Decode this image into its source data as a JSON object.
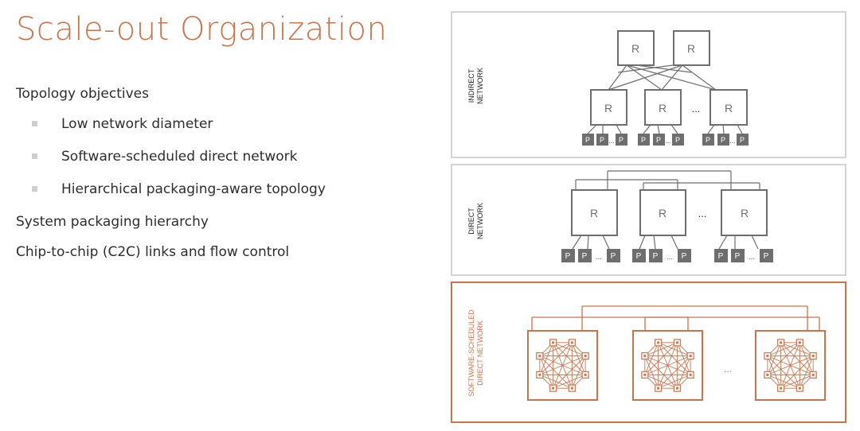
{
  "slide": {
    "title": "Scale-out Organization",
    "bullets": [
      {
        "text": "Topology objectives",
        "level": 1
      },
      {
        "text": "Low network diameter",
        "level": 2
      },
      {
        "text": "Software-scheduled direct network",
        "level": 2
      },
      {
        "text": "Hierarchical packaging-aware topology",
        "level": 2
      },
      {
        "text": "System packaging hierarchy",
        "level": 1
      },
      {
        "text": "Chip-to-chip (C2C) links and flow control",
        "level": 1
      }
    ]
  },
  "diagrams": {
    "indirect": {
      "label_line1": "INDIRECT",
      "label_line2": "NETWORK",
      "router": "R",
      "processor": "P",
      "ellipsis": "..."
    },
    "direct": {
      "label_line1": "DIRECT",
      "label_line2": "NETWORK",
      "router": "R",
      "processor": "P",
      "ellipsis": "..."
    },
    "software": {
      "label_line1": "SOFTWARE-SCHEDULED",
      "label_line2": "DIRECT NETWORK",
      "ellipsis": "..."
    }
  },
  "colors": {
    "accent": "#c8754e",
    "gray": "#6e6e6e",
    "border": "#d4d4d4",
    "bullet": "#cfcfcf"
  }
}
